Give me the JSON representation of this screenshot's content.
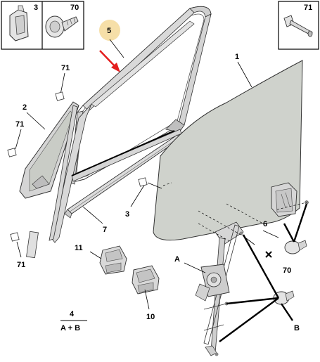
{
  "inset_boxes": {
    "left": {
      "ref_a": "3",
      "ref_b": "70"
    },
    "right": {
      "ref": "71"
    }
  },
  "callouts": {
    "one": "1",
    "two": "2",
    "three": "3",
    "five": "5",
    "six": "6",
    "seven": "7",
    "ten": "10",
    "eleven": "11",
    "seventy": "70",
    "seventy_one_a": "71",
    "seventy_one_b": "71",
    "seventy_one_c": "71",
    "letter_a": "A",
    "letter_b": "B"
  },
  "legend": {
    "number": "4",
    "formula": "A + B"
  },
  "colors": {
    "highlight_circle": "#f6dfa8",
    "arrow": "#e41e1e",
    "glass_fill": "#cfd2cc",
    "line": "#000000"
  }
}
